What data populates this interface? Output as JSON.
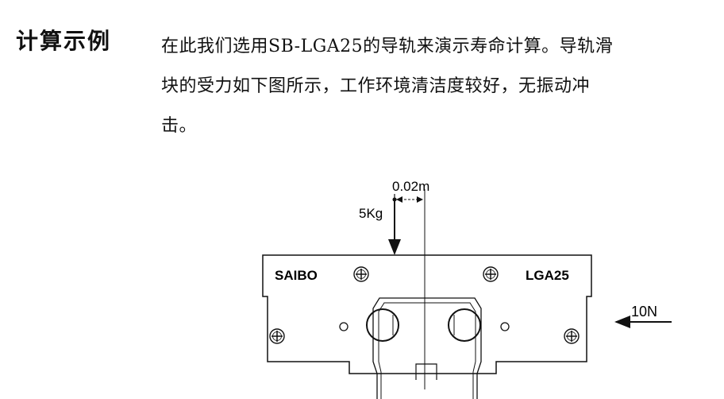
{
  "heading": "计算示例",
  "paragraph": {
    "line1": "在此我们选用SB-LGA25的导轨来演示寿命计算。导轨滑",
    "line2": "块的受力如下图所示，工作环境清洁度较好，无振动冲",
    "line3": "击。"
  },
  "diagram": {
    "offset_label": "0.02m",
    "vertical_load_label": "5Kg",
    "brand_label": "SAIBO",
    "model_label": "LGA25",
    "side_force_label": "10N"
  }
}
